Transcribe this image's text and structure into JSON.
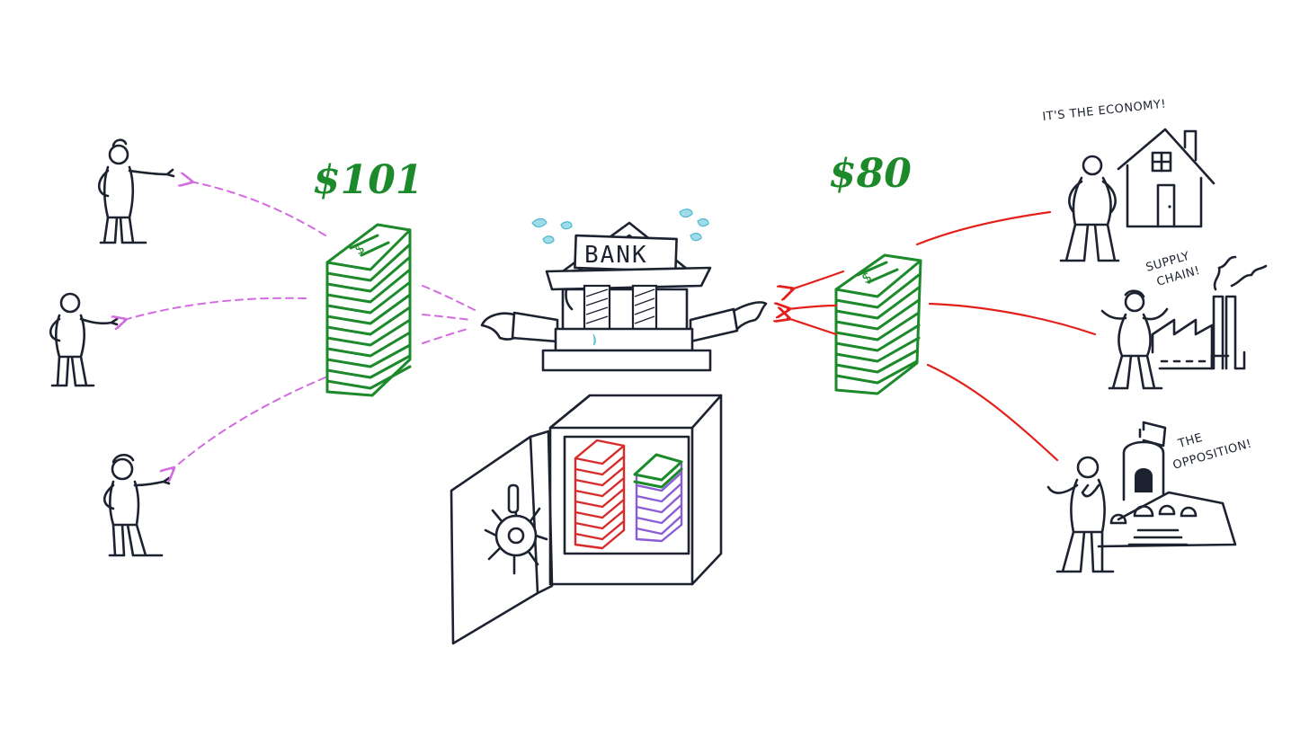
{
  "amounts": {
    "left": "$101",
    "right": "$80"
  },
  "bank": {
    "sign": "BANK"
  },
  "speech": {
    "economy": "IT'S THE ECONOMY!",
    "supply_line1": "SUPPLY",
    "supply_line2": "CHAIN!",
    "opposition_line1": "THE",
    "opposition_line2": "OPPOSITION!"
  },
  "colors": {
    "ink": "#1d2230",
    "money_green": "#1c8a2a",
    "outflow_pink": "#d36be0",
    "inflow_red": "#e3201b",
    "reserve_red": "#d92a2a",
    "reserve_violet": "#8a5cd6",
    "sweat_blue": "#9fdbe8"
  },
  "icons": [
    "person-icon",
    "money-stack-icon",
    "bank-icon",
    "safe-icon",
    "house-icon",
    "factory-icon",
    "capitol-icon",
    "sweat-drop-icon"
  ]
}
